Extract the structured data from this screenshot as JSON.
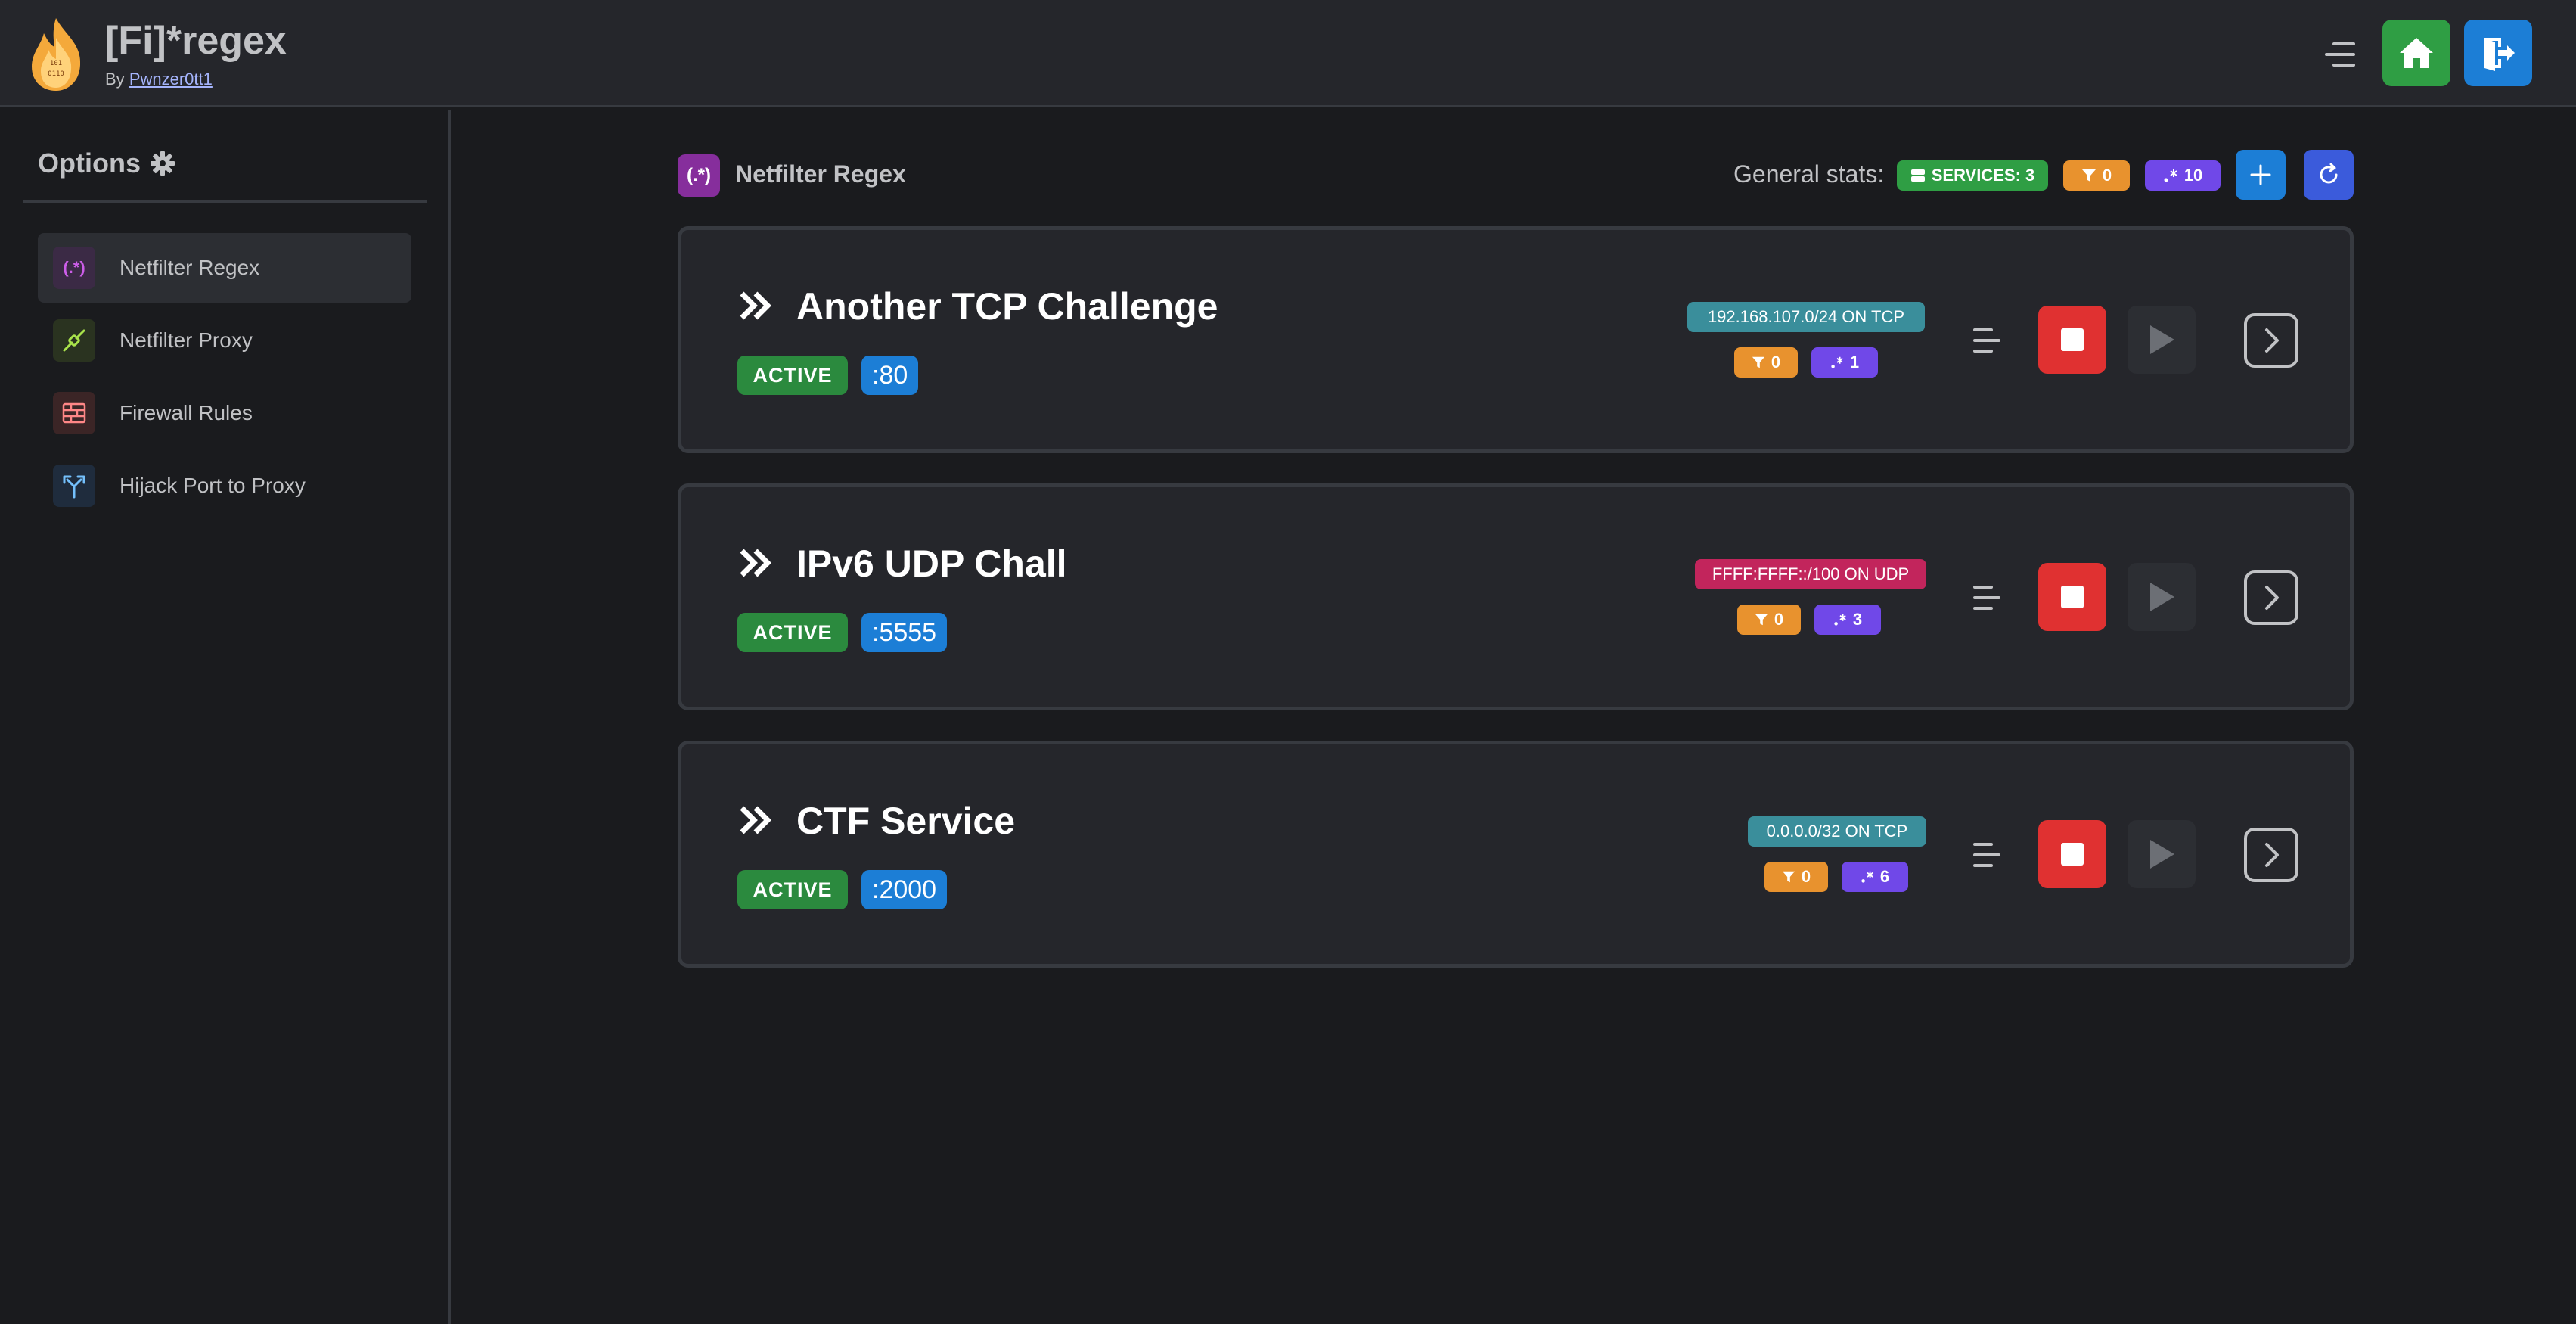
{
  "app": {
    "title": "[Fi]*regex",
    "author_prefix": "By",
    "author": "Pwnzer0tt1"
  },
  "sidebar": {
    "title": "Options",
    "items": [
      {
        "label": "Netfilter Regex",
        "icon": "regex-icon",
        "active": true
      },
      {
        "label": "Netfilter Proxy",
        "icon": "plug-icon"
      },
      {
        "label": "Firewall Rules",
        "icon": "brick-wall-icon"
      },
      {
        "label": "Hijack Port to Proxy",
        "icon": "route-icon"
      }
    ]
  },
  "main": {
    "icon_text": "(.*)",
    "title": "Netfilter Regex",
    "stats_label": "General stats:",
    "stats": {
      "services": "SERVICES: 3",
      "filtered": "0",
      "regexes": "10"
    }
  },
  "services": [
    {
      "name": "Another TCP Challenge",
      "status": "ACTIVE",
      "port": ":80",
      "address": "192.168.107.0/24 ON TCP",
      "filtered": "0",
      "regexes": "1"
    },
    {
      "name": "IPv6 UDP Chall",
      "status": "ACTIVE",
      "port": ":5555",
      "address": "FFFF:FFFF::/100 ON UDP",
      "filtered": "0",
      "regexes": "3"
    },
    {
      "name": "CTF Service",
      "status": "ACTIVE",
      "port": ":2000",
      "address": "0.0.0.0/32 ON TCP",
      "filtered": "0",
      "regexes": "6"
    }
  ],
  "colors": {
    "accent": "#1c7ed6",
    "active": "#2b8a3e",
    "stop": "#e03131",
    "filter": "#e8922e",
    "regex": "#7048e8"
  }
}
